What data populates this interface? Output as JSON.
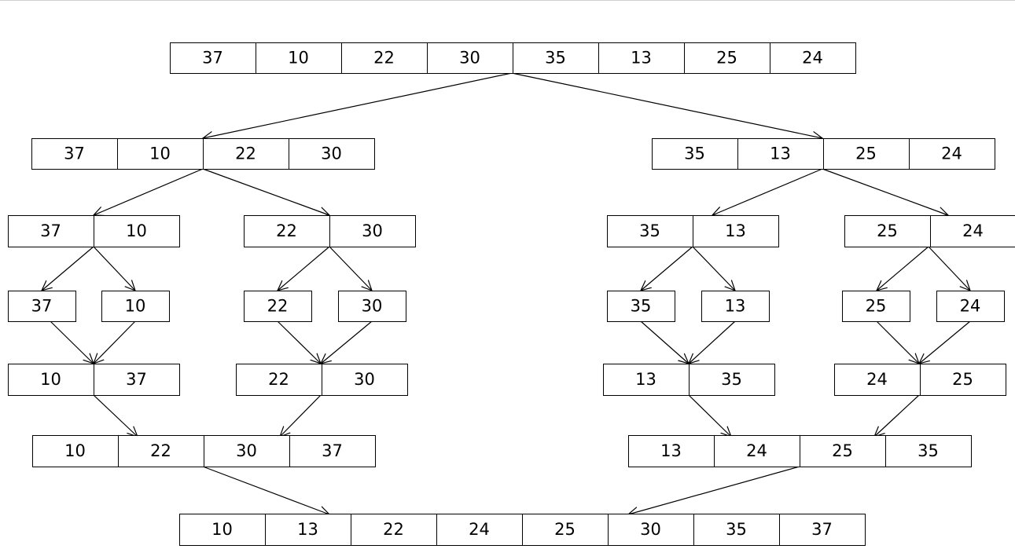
{
  "diagram": {
    "type": "merge-sort-tree",
    "arrays": {
      "root": [
        "37",
        "10",
        "22",
        "30",
        "35",
        "13",
        "25",
        "24"
      ],
      "split_left": [
        "37",
        "10",
        "22",
        "30"
      ],
      "split_right": [
        "35",
        "13",
        "25",
        "24"
      ],
      "split_ll": [
        "37",
        "10"
      ],
      "split_lr": [
        "22",
        "30"
      ],
      "split_rl": [
        "35",
        "13"
      ],
      "split_rr": [
        "25",
        "24"
      ],
      "leaf_1": [
        "37"
      ],
      "leaf_2": [
        "10"
      ],
      "leaf_3": [
        "22"
      ],
      "leaf_4": [
        "30"
      ],
      "leaf_5": [
        "35"
      ],
      "leaf_6": [
        "13"
      ],
      "leaf_7": [
        "25"
      ],
      "leaf_8": [
        "24"
      ],
      "merged_ll": [
        "10",
        "37"
      ],
      "merged_lr": [
        "22",
        "30"
      ],
      "merged_rl": [
        "13",
        "35"
      ],
      "merged_rr": [
        "24",
        "25"
      ],
      "merged_left": [
        "10",
        "22",
        "30",
        "37"
      ],
      "merged_right": [
        "13",
        "24",
        "25",
        "35"
      ],
      "result": [
        "10",
        "13",
        "22",
        "24",
        "25",
        "30",
        "35",
        "37"
      ]
    },
    "colors": {
      "line": "#000000",
      "background": "#ffffff"
    }
  }
}
